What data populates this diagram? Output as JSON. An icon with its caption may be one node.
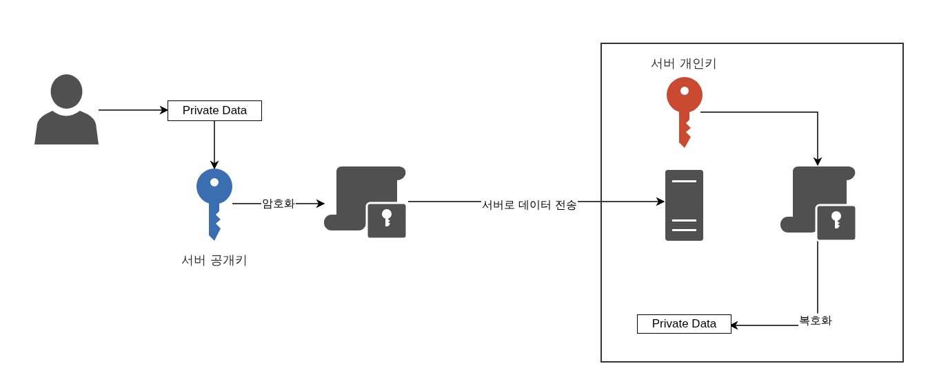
{
  "diagram": {
    "nodes": [
      {
        "text": [],
        "shape": "person"
      },
      {
        "text": [
          "Private Data"
        ]
      },
      {
        "text": [],
        "shape": "key",
        "beside": [
          "서버 공개키"
        ]
      },
      {
        "text": [],
        "shape": "document"
      },
      {
        "text": [],
        "shape": "box"
      },
      {
        "text": [],
        "shape": "key",
        "beside": [
          "서버 개인키"
        ],
        "in": 4
      },
      {
        "text": [],
        "shape": "server",
        "in": 4
      },
      {
        "text": [],
        "shape": "document",
        "in": 4
      },
      {
        "text": [
          "Private Data"
        ],
        "in": 4
      }
    ],
    "edges": [
      {
        "from": 0,
        "to": 1,
        "arrow": "to"
      },
      {
        "from": 1,
        "to": 2,
        "arrow": "to"
      },
      {
        "from": 2,
        "to": 3,
        "arrow": "to",
        "label": "암호화"
      },
      {
        "from": 3,
        "to": 6,
        "arrow": "to",
        "label": "서버로 데이터 전송"
      },
      {
        "from": 5,
        "to": 7,
        "arrow": "to"
      },
      {
        "from": 7,
        "to": 8,
        "arrow": "to",
        "label": "복호화"
      }
    ]
  }
}
